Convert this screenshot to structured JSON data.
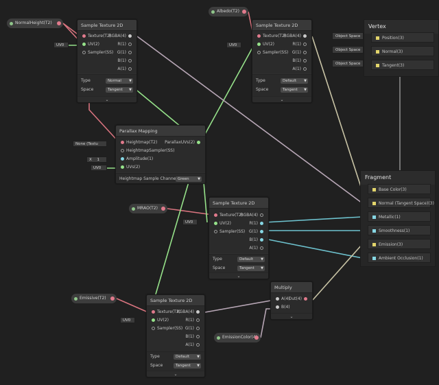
{
  "colors": {
    "background": "#202020",
    "wire_green": "#96e28a",
    "wire_pink": "#d9747f",
    "wire_cyan": "#6ec3cf",
    "wire_grey": "#b8a7b6",
    "wire_tan": "#c9c4a6"
  },
  "icons": {
    "add_input": "plus-icon",
    "collapse": "chevron-down-icon",
    "property_out": "port-pink-icon"
  },
  "properties": {
    "normalheight": "NormalHeight(T2)",
    "albedo": "Albedo(T2)",
    "mrao": "MRAO(T2)",
    "emissive": "Emissive(T2)",
    "emission_color": "EmissionColor(4)"
  },
  "tex1": {
    "title": "Sample Texture 2D",
    "in_texture": "Texture(T2)",
    "in_uv": "UV(2)",
    "in_sampler": "Sampler(SS)",
    "out_rgba": "RGBA(4)",
    "out_r": "R(1)",
    "out_g": "G(1)",
    "out_b": "B(1)",
    "out_a": "A(1)",
    "type_label": "Type",
    "type_value": "Normal",
    "space_label": "Space",
    "space_value": "Tangent",
    "uv_field": "UV0"
  },
  "tex2": {
    "title": "Sample Texture 2D",
    "in_texture": "Texture(T2)",
    "in_uv": "UV(2)",
    "in_sampler": "Sampler(SS)",
    "out_rgba": "RGBA(4)",
    "out_r": "R(1)",
    "out_g": "G(1)",
    "out_b": "B(1)",
    "out_a": "A(1)",
    "type_label": "Type",
    "type_value": "Default",
    "space_label": "Space",
    "space_value": "Tangent",
    "uv_field": "UV0"
  },
  "parallax": {
    "title": "Parallax Mapping",
    "in_heightmap": "Heightmap(T2)",
    "in_sampler": "HeightmapSampler(SS)",
    "in_amplitude": "Amplitude(1)",
    "in_uvs": "UVs(2)",
    "out": "ParallaxUVs(2)",
    "heightmap_field": "None (Textu",
    "amplitude_x": "X",
    "amplitude_value": "1",
    "uv_field": "UV0",
    "channel_label": "Heightmap Sample Channe",
    "channel_value": "Green"
  },
  "tex3": {
    "title": "Sample Texture 2D",
    "in_texture": "Texture(T2)",
    "in_uv": "UV(2)",
    "in_sampler": "Sampler(SS)",
    "out_rgba": "RGBA(4)",
    "out_r": "R(1)",
    "out_g": "G(1)",
    "out_b": "B(1)",
    "out_a": "A(1)",
    "type_label": "Type",
    "type_value": "Default",
    "space_label": "Space",
    "space_value": "Tangent",
    "uv_field": "UV0"
  },
  "tex4": {
    "title": "Sample Texture 2D",
    "in_texture": "Texture(T2)",
    "in_uv": "UV(2)",
    "in_sampler": "Sampler(SS)",
    "out_rgba": "RGBA(4)",
    "out_r": "R(1)",
    "out_g": "G(1)",
    "out_b": "B(1)",
    "out_a": "A(1)",
    "type_label": "Type",
    "type_value": "Default",
    "space_label": "Space",
    "space_value": "Tangent",
    "uv_field": "UV0"
  },
  "multiply": {
    "title": "Multiply",
    "in_a": "A(4)",
    "in_b": "B(4)",
    "out": "Out(4)"
  },
  "vertex": {
    "title": "Vertex",
    "slots": [
      "Position(3)",
      "Normal(3)",
      "Tangent(3)"
    ],
    "space_fields": [
      "Object Space",
      "Object Space",
      "Object Space"
    ]
  },
  "fragment": {
    "title": "Fragment",
    "slots": [
      "Base Color(3)",
      "Normal (Tangent Space)(3)",
      "Metallic(1)",
      "Smoothness(1)",
      "Emission(3)",
      "Ambient Occlusion(1)"
    ]
  }
}
